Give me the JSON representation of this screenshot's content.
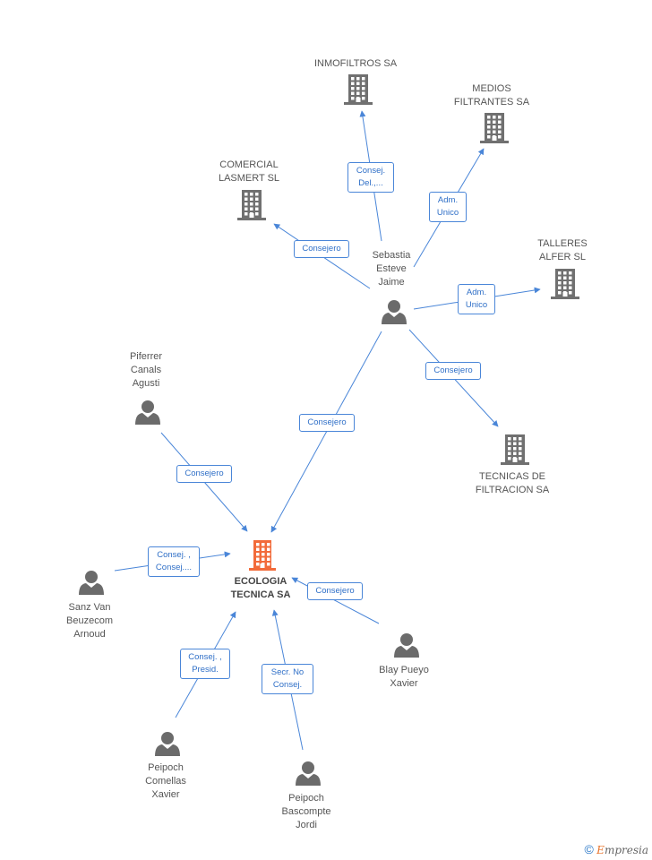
{
  "colors": {
    "edge": "#4a86d8",
    "company": "#707070",
    "main_company": "#f26b3a",
    "person": "#6b6b6b"
  },
  "nodes": [
    {
      "id": "ecologia",
      "type": "company",
      "main": true,
      "label": "ECOLOGIA\nTECNICA SA",
      "icon": "building-icon"
    },
    {
      "id": "sebastia",
      "type": "person",
      "label": "Sebastia\nEsteve\nJaime",
      "icon": "person-icon"
    },
    {
      "id": "inmofiltros",
      "type": "company",
      "label": "INMOFILTROS SA",
      "icon": "building-icon"
    },
    {
      "id": "medios",
      "type": "company",
      "label": "MEDIOS\nFILTRANTES SA",
      "icon": "building-icon"
    },
    {
      "id": "comercial",
      "type": "company",
      "label": "COMERCIAL\nLASMERT SL",
      "icon": "building-icon"
    },
    {
      "id": "talleres",
      "type": "company",
      "label": "TALLERES\nALFER SL",
      "icon": "building-icon"
    },
    {
      "id": "tecnicas",
      "type": "company",
      "label": "TECNICAS DE\nFILTRACION SA",
      "icon": "building-icon"
    },
    {
      "id": "piferrer",
      "type": "person",
      "label": "Piferrer\nCanals\nAgusti",
      "icon": "person-icon"
    },
    {
      "id": "sanz",
      "type": "person",
      "label": "Sanz Van\nBeuzecom\nArnoud",
      "icon": "person-icon"
    },
    {
      "id": "blay",
      "type": "person",
      "label": "Blay Pueyo\nXavier",
      "icon": "person-icon"
    },
    {
      "id": "peipoch_x",
      "type": "person",
      "label": "Peipoch\nComellas\nXavier",
      "icon": "person-icon"
    },
    {
      "id": "peipoch_j",
      "type": "person",
      "label": "Peipoch\nBascompte\nJordi",
      "icon": "person-icon"
    }
  ],
  "edges": [
    {
      "from": "sebastia",
      "to": "inmofiltros",
      "label": "Consej.\nDel.,..."
    },
    {
      "from": "sebastia",
      "to": "medios",
      "label": "Adm.\nUnico"
    },
    {
      "from": "sebastia",
      "to": "comercial",
      "label": "Consejero"
    },
    {
      "from": "sebastia",
      "to": "talleres",
      "label": "Adm.\nUnico"
    },
    {
      "from": "sebastia",
      "to": "tecnicas",
      "label": "Consejero"
    },
    {
      "from": "sebastia",
      "to": "ecologia",
      "label": "Consejero"
    },
    {
      "from": "piferrer",
      "to": "ecologia",
      "label": "Consejero"
    },
    {
      "from": "sanz",
      "to": "ecologia",
      "label": "Consej. ,\nConsej...."
    },
    {
      "from": "blay",
      "to": "ecologia",
      "label": "Consejero"
    },
    {
      "from": "peipoch_x",
      "to": "ecologia",
      "label": "Consej. ,\nPresid."
    },
    {
      "from": "peipoch_j",
      "to": "ecologia",
      "label": "Secr.  No\nConsej."
    }
  ],
  "footer": {
    "copyright": "©",
    "brand_first": "E",
    "brand_rest": "mpresia"
  }
}
